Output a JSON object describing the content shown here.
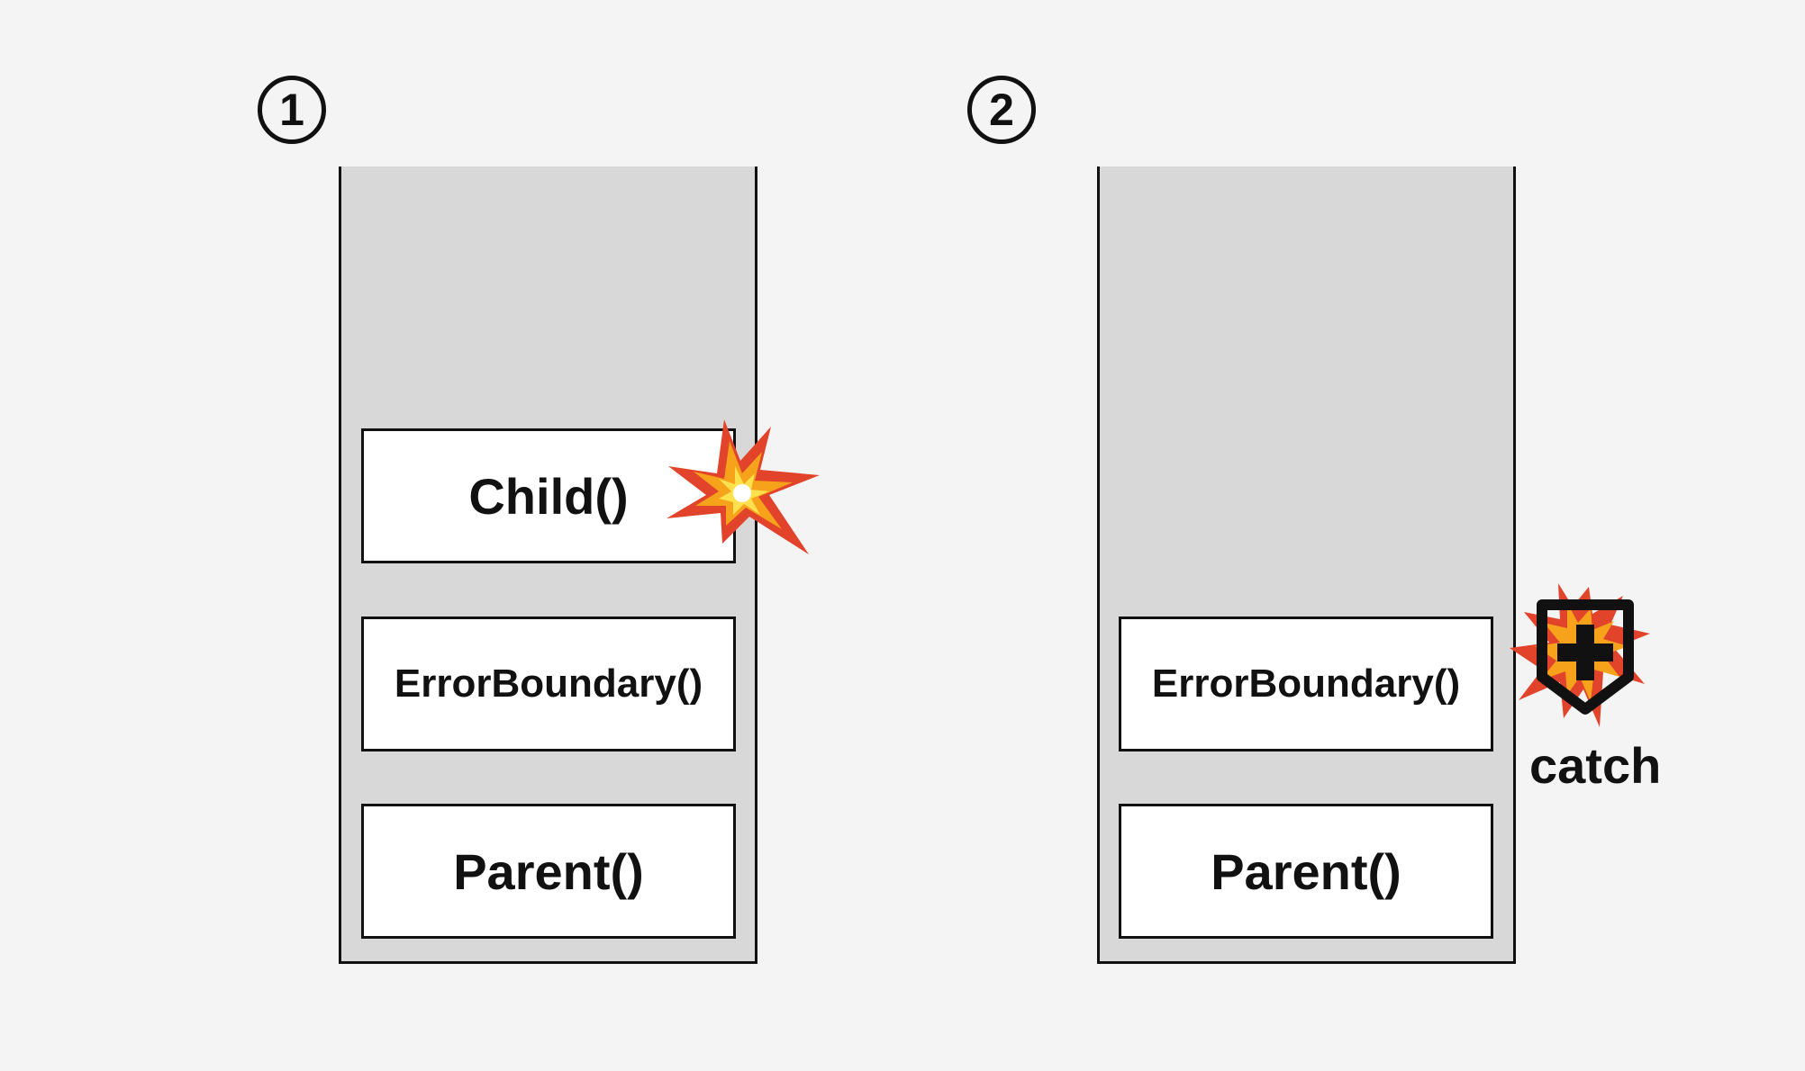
{
  "steps": [
    {
      "marker": "1"
    },
    {
      "marker": "2"
    }
  ],
  "stack1": {
    "frames": [
      "Child()",
      "ErrorBoundary()",
      "Parent()"
    ]
  },
  "stack2": {
    "frames": [
      "ErrorBoundary()",
      "Parent()"
    ]
  },
  "catch_label": "catch",
  "icons": {
    "explosion": "explosion-icon",
    "shield": "shield-icon"
  },
  "colors": {
    "background": "#f4f4f4",
    "stack_fill": "#d8d8d8",
    "frame_fill": "#ffffff",
    "outline": "#111111",
    "burst_red": "#e2432b",
    "burst_orange": "#f7a21b",
    "burst_yellow": "#ffe14d"
  }
}
